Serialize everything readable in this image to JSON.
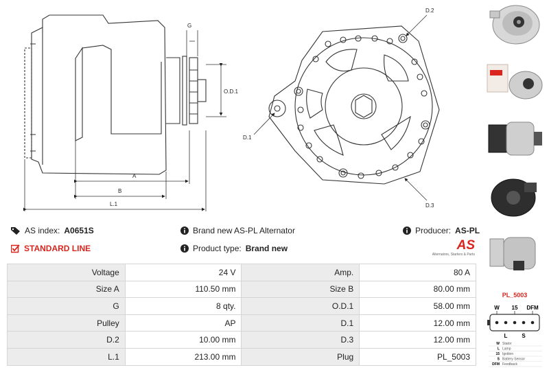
{
  "drawing": {
    "labels": {
      "g": "G",
      "od1": "O.D.1",
      "a": "A",
      "b": "B",
      "l1": "L.1",
      "d1": "D.1",
      "d2": "D.2",
      "d3": "D.3"
    }
  },
  "info": {
    "as_index_label": "AS index:",
    "as_index_value": "A0651S",
    "standard_line": "STANDARD LINE",
    "brand_new_text": "Brand new AS-PL Alternator",
    "product_type_label": "Product type:",
    "product_type_value": "Brand new",
    "producer_label": "Producer:",
    "producer_value": "AS-PL"
  },
  "logo": {
    "mark": "AS",
    "tagline": "Alternators, Starters & Parts"
  },
  "specs": [
    {
      "l1": "Voltage",
      "v1": "24 V",
      "l2": "Amp.",
      "v2": "80 A"
    },
    {
      "l1": "Size A",
      "v1": "110.50 mm",
      "l2": "Size B",
      "v2": "80.00 mm"
    },
    {
      "l1": "G",
      "v1": "8 qty.",
      "l2": "O.D.1",
      "v2": "58.00 mm"
    },
    {
      "l1": "Pulley",
      "v1": "AP",
      "l2": "D.1",
      "v2": "12.00 mm"
    },
    {
      "l1": "D.2",
      "v1": "10.00 mm",
      "l2": "D.3",
      "v2": "12.00 mm"
    },
    {
      "l1": "L.1",
      "v1": "213.00 mm",
      "l2": "Plug",
      "v2": "PL_5003"
    }
  ],
  "plug": {
    "title": "PL_5003",
    "top_pins": [
      "W",
      "15",
      "DFM"
    ],
    "bottom_pins": [
      "L",
      "S"
    ],
    "legend": [
      {
        "code": "W",
        "desc": "Stator"
      },
      {
        "code": "L",
        "desc": "Lamp"
      },
      {
        "code": "15",
        "desc": "Ignition"
      },
      {
        "code": "S",
        "desc": "Battery Sensor"
      },
      {
        "code": "DFM",
        "desc": "Feedback"
      }
    ]
  },
  "colors": {
    "accent": "#d9251d",
    "label_bg": "#ececec",
    "border": "#d5d5d5"
  }
}
